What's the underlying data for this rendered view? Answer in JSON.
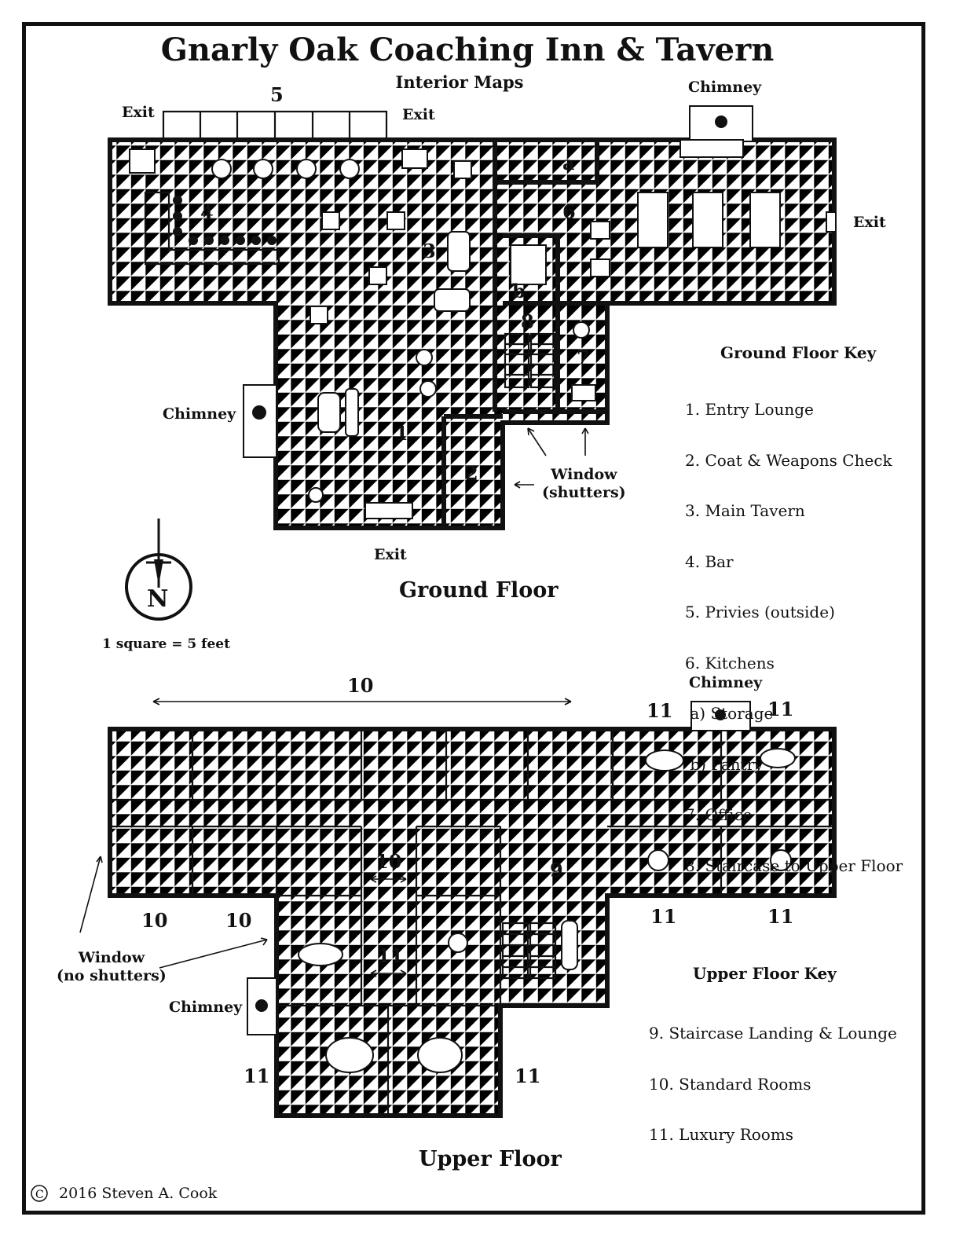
{
  "title": "Gnarly Oak Coaching Inn & Tavern",
  "subtitle": "Interior Maps",
  "ground_floor": {
    "heading": "Ground Floor",
    "labels": {
      "exit": "Exit",
      "chimney": "Chimney",
      "window_shutters": "Window\n(shutters)",
      "room_a": "a",
      "room_b": "b"
    },
    "room_numbers": [
      "1",
      "2",
      "3",
      "4",
      "5",
      "6",
      "7",
      "8"
    ],
    "key_title": "Ground Floor Key",
    "key": [
      "1. Entry Lounge",
      "2. Coat & Weapons Check",
      "3. Main Tavern",
      "4. Bar",
      "5. Privies (outside)",
      "6. Kitchens",
      " a) Storage",
      " b) Pantry",
      "7. Office",
      "8. Staircase to Upper Floor"
    ]
  },
  "compass": {
    "letter": "N",
    "scale": "1 square = 5 feet"
  },
  "upper_floor": {
    "heading": "Upper Floor",
    "labels": {
      "chimney": "Chimney",
      "window_no_shutters": "Window\n(no shutters)"
    },
    "room_numbers": {
      "nine": "9",
      "ten": "10",
      "eleven": "11"
    },
    "key_title": "Upper Floor Key",
    "key": [
      "9. Staircase Landing & Lounge",
      "10. Standard Rooms",
      "11. Luxury Rooms"
    ]
  },
  "copyright": "2016 Steven A. Cook"
}
